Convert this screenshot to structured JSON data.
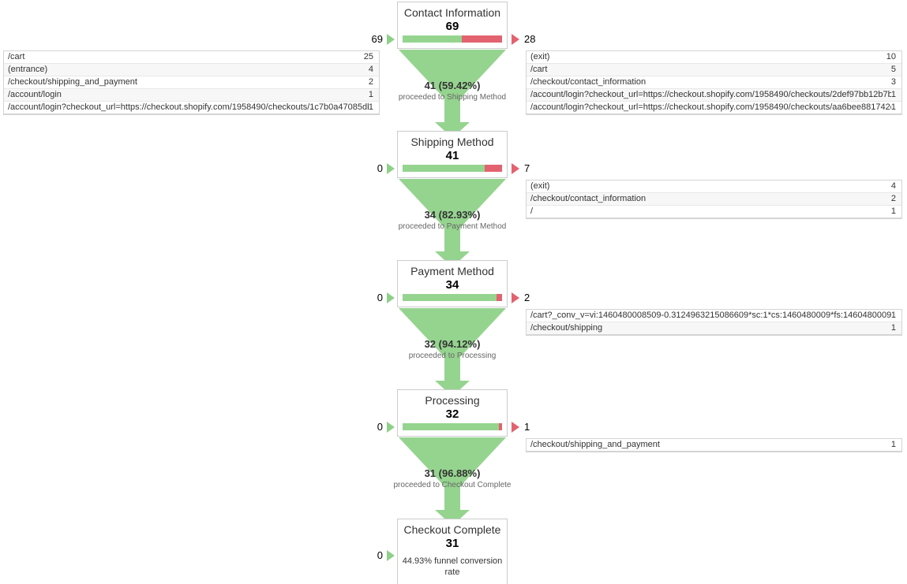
{
  "funnel": {
    "conversion_rate_text": "44.93% funnel conversion rate",
    "steps": [
      {
        "name": "Contact Information",
        "count": "69",
        "entered": "69",
        "exited": "28",
        "proceeded_label": "41 (59.42%)",
        "proceeded_sub": "proceeded to Shipping Method",
        "bar_green_pct": 59.42
      },
      {
        "name": "Shipping Method",
        "count": "41",
        "entered": "0",
        "exited": "7",
        "proceeded_label": "34 (82.93%)",
        "proceeded_sub": "proceeded to Payment Method",
        "bar_green_pct": 82.93
      },
      {
        "name": "Payment Method",
        "count": "34",
        "entered": "0",
        "exited": "2",
        "proceeded_label": "32 (94.12%)",
        "proceeded_sub": "proceeded to Processing",
        "bar_green_pct": 94.12
      },
      {
        "name": "Processing",
        "count": "32",
        "entered": "0",
        "exited": "1",
        "proceeded_label": "31 (96.88%)",
        "proceeded_sub": "proceeded to Checkout Complete",
        "bar_green_pct": 96.88
      },
      {
        "name": "Checkout Complete",
        "count": "31",
        "entered": "0",
        "exited": "",
        "proceeded_label": "",
        "proceeded_sub": "",
        "bar_green_pct": 100
      }
    ],
    "entrance_table": {
      "rows": [
        {
          "label": "/cart",
          "value": "25"
        },
        {
          "label": "(entrance)",
          "value": "4"
        },
        {
          "label": "/checkout/shipping_and_payment",
          "value": "2"
        },
        {
          "label": "/account/login",
          "value": "1"
        },
        {
          "label": "/account/login?checkout_url=https://checkout.shopify.com/1958490/checkouts/1c7b0a47085db91a…",
          "value": "1"
        }
      ]
    },
    "exit_tables": [
      {
        "rows": [
          {
            "label": "(exit)",
            "value": "10"
          },
          {
            "label": "/cart",
            "value": "5"
          },
          {
            "label": "/checkout/contact_information",
            "value": "3"
          },
          {
            "label": "/account/login?checkout_url=https://checkout.shopify.com/1958490/checkouts/2def97bb12b7b8b1…",
            "value": "1"
          },
          {
            "label": "/account/login?checkout_url=https://checkout.shopify.com/1958490/checkouts/aa6bee881742df93…",
            "value": "1"
          }
        ]
      },
      {
        "rows": [
          {
            "label": "(exit)",
            "value": "4"
          },
          {
            "label": "/checkout/contact_information",
            "value": "2"
          },
          {
            "label": "/",
            "value": "1"
          }
        ]
      },
      {
        "rows": [
          {
            "label": "/cart?_conv_v=vi:1460480008509-0.3124963215086609*sc:1*cs:1460480009*fs:1460480009*pv:1…",
            "value": "1"
          },
          {
            "label": "/checkout/shipping",
            "value": "1"
          }
        ]
      },
      {
        "rows": [
          {
            "label": "/checkout/shipping_and_payment",
            "value": "1"
          }
        ]
      }
    ],
    "colors": {
      "green": "#95d48f",
      "red": "#e2636f",
      "cone": "#95d48f",
      "border": "#cccccc"
    }
  }
}
